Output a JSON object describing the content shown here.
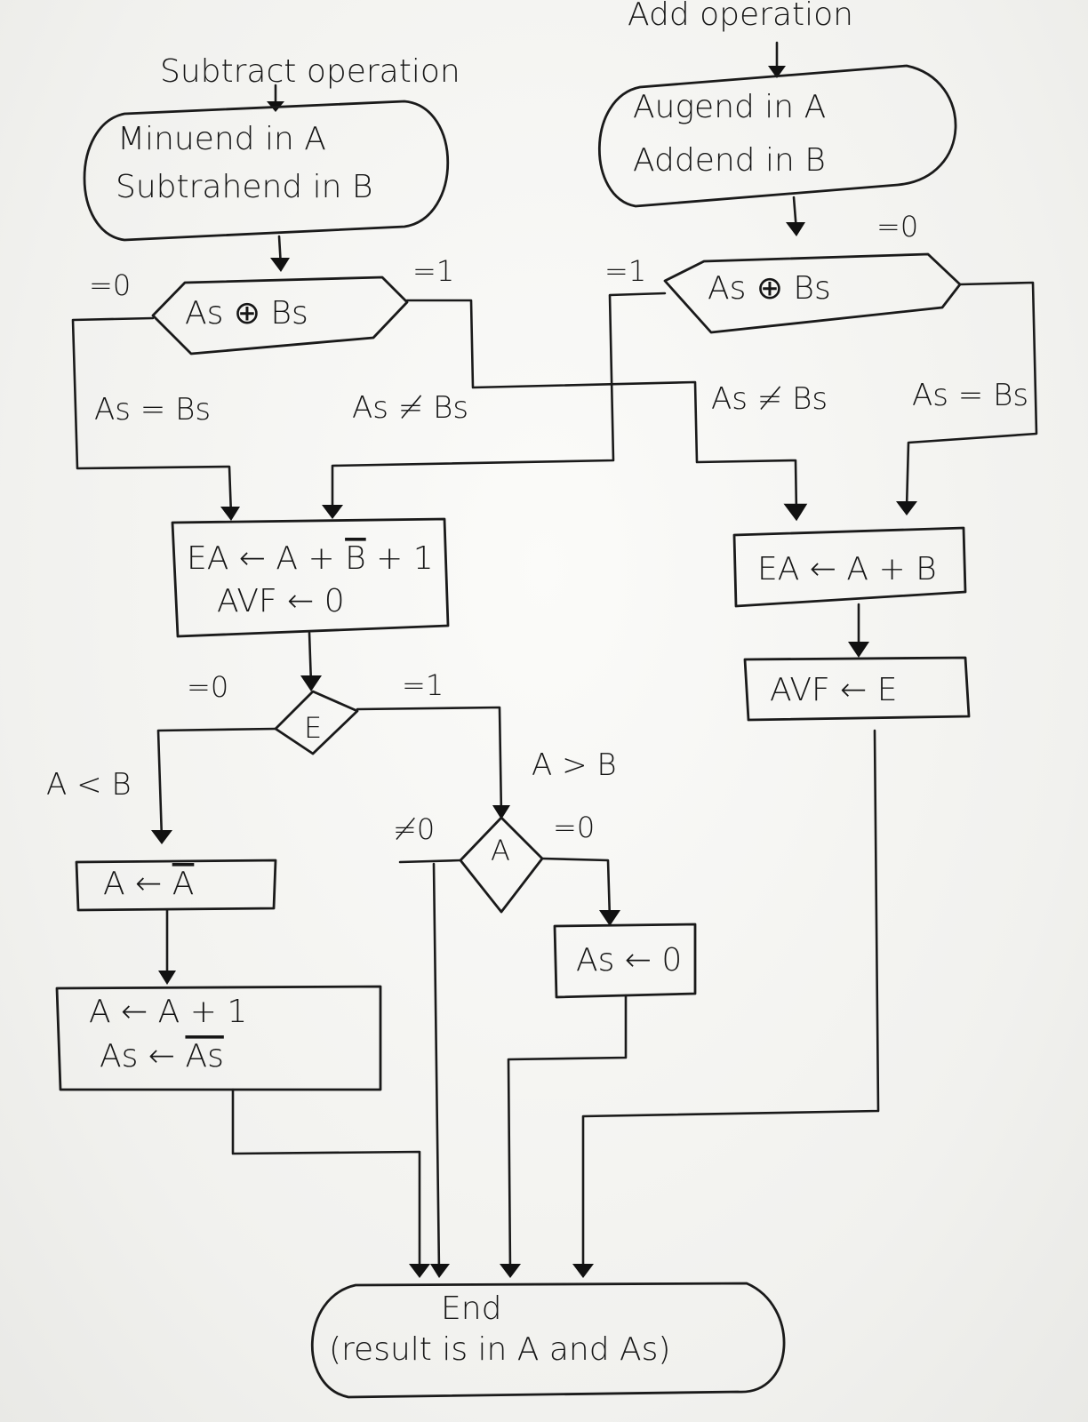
{
  "subtract": {
    "title": "Subtract operation",
    "start_line1": "Minuend in A",
    "start_line2": "Subtrahend in B",
    "decision": "As ⊕ Bs",
    "out_left": "=0",
    "out_right": "=1",
    "branch_eq": "As = Bs",
    "branch_neq": "As ≠ Bs",
    "op_line1_prefix": "EA ← A + ",
    "op_line1_bbar": "B",
    "op_line1_suffix": " + 1",
    "op_line2": "AVF ← 0",
    "e_decision": "E",
    "e_left": "=0",
    "e_right": "=1",
    "less_label": "A < B",
    "greater_label": "A > B",
    "comp_prefix": "A ← ",
    "comp_bar": "A",
    "inc_line1": "A ← A + 1",
    "inc_line2_prefix": "As ← ",
    "inc_line2_bar": "As",
    "a_decision": "A",
    "a_nonzero": "≠0",
    "a_zero": "=0",
    "clear_sign": "As ← 0"
  },
  "add": {
    "title": "Add operation",
    "start_line1": "Augend in A",
    "start_line2": "Addend in B",
    "decision": "As ⊕ Bs",
    "out_left": "=1",
    "out_right": "=0",
    "branch_neq": "As ≠ Bs",
    "branch_eq": "As = Bs",
    "op": "EA ← A + B",
    "overflow": "AVF ← E"
  },
  "end": {
    "line1": "End",
    "line2": "(result is in A and As)"
  }
}
